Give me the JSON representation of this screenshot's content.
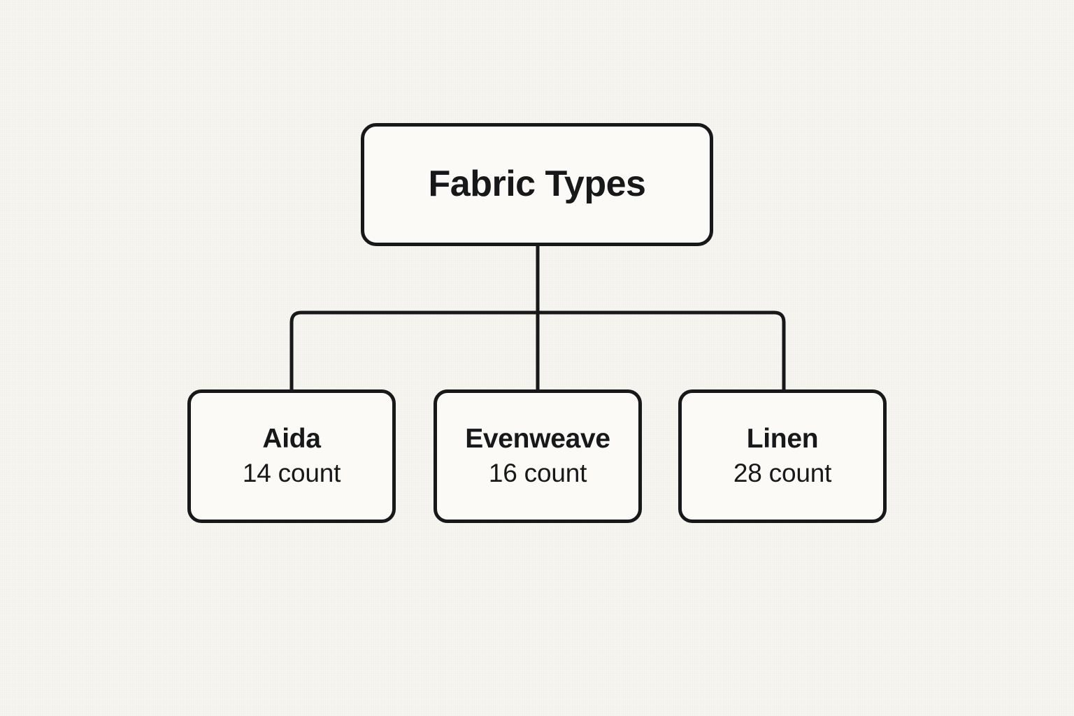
{
  "diagram": {
    "type": "tree",
    "title": "Fabric Types",
    "background_color": "#F7F5F0",
    "node_fill_color": "#FBFAF7",
    "stroke_color": "#17181A",
    "text_color": "#17181A",
    "root": {
      "label": "Fabric Types"
    },
    "children": [
      {
        "label": "Aida",
        "detail": "14 count",
        "count": 14
      },
      {
        "label": "Evenweave",
        "detail": "16 count",
        "count": 16
      },
      {
        "label": "Linen",
        "detail": "28 count",
        "count": 28
      }
    ]
  }
}
